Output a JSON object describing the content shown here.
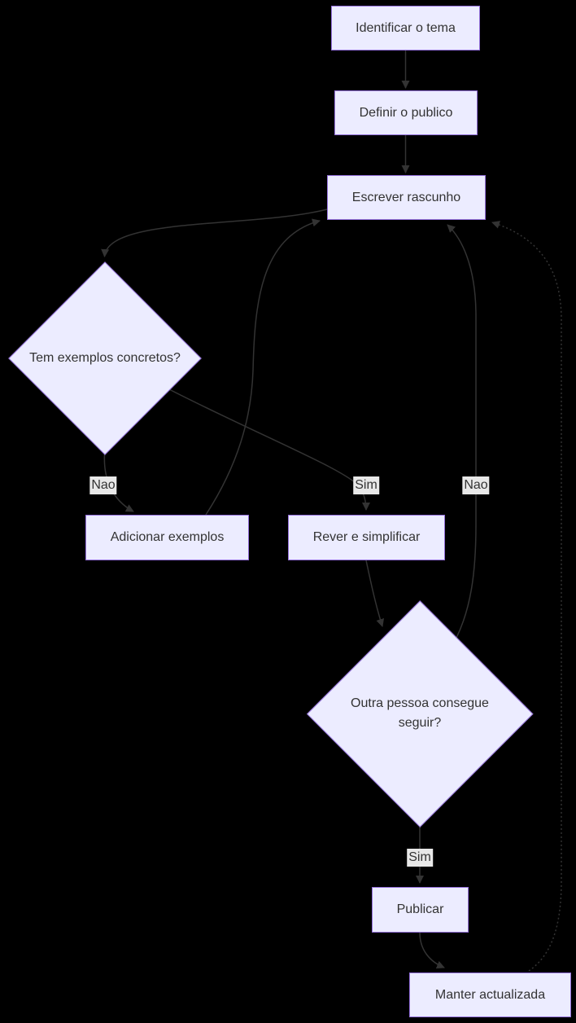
{
  "diagram": {
    "type": "flowchart",
    "direction": "top-down",
    "colors": {
      "background": "#000000",
      "node_fill": "#ECECFF",
      "node_border": "#9370DB",
      "node_text": "#333333",
      "edge_line": "#333333",
      "edge_label_bg": "#e8e8e8",
      "edge_label_text": "#333333"
    },
    "nodes": {
      "identificar": "Identificar o tema",
      "definir": "Definir o publico",
      "escrever": "Escrever rascunho",
      "tem_exemplos": "Tem exemplos concretos?",
      "adicionar": "Adicionar exemplos",
      "rever": "Rever e simplificar",
      "outra_pessoa": "Outra pessoa consegue seguir?",
      "publicar": "Publicar",
      "manter": "Manter actualizada"
    },
    "edge_labels": {
      "tem_nao": "Nao",
      "tem_sim": "Sim",
      "outra_nao": "Nao",
      "outra_sim": "Sim"
    },
    "edges": [
      {
        "from": "Identificar o tema",
        "to": "Definir o publico",
        "label": "",
        "style": "solid"
      },
      {
        "from": "Definir o publico",
        "to": "Escrever rascunho",
        "label": "",
        "style": "solid"
      },
      {
        "from": "Escrever rascunho",
        "to": "Tem exemplos concretos?",
        "label": "",
        "style": "solid"
      },
      {
        "from": "Tem exemplos concretos?",
        "to": "Adicionar exemplos",
        "label": "Nao",
        "style": "solid"
      },
      {
        "from": "Tem exemplos concretos?",
        "to": "Rever e simplificar",
        "label": "Sim",
        "style": "solid"
      },
      {
        "from": "Adicionar exemplos",
        "to": "Escrever rascunho",
        "label": "",
        "style": "solid"
      },
      {
        "from": "Rever e simplificar",
        "to": "Outra pessoa consegue seguir?",
        "label": "",
        "style": "solid"
      },
      {
        "from": "Outra pessoa consegue seguir?",
        "to": "Escrever rascunho",
        "label": "Nao",
        "style": "solid"
      },
      {
        "from": "Outra pessoa consegue seguir?",
        "to": "Publicar",
        "label": "Sim",
        "style": "solid"
      },
      {
        "from": "Publicar",
        "to": "Manter actualizada",
        "label": "",
        "style": "solid"
      },
      {
        "from": "Manter actualizada",
        "to": "Escrever rascunho",
        "label": "",
        "style": "dotted"
      }
    ]
  }
}
